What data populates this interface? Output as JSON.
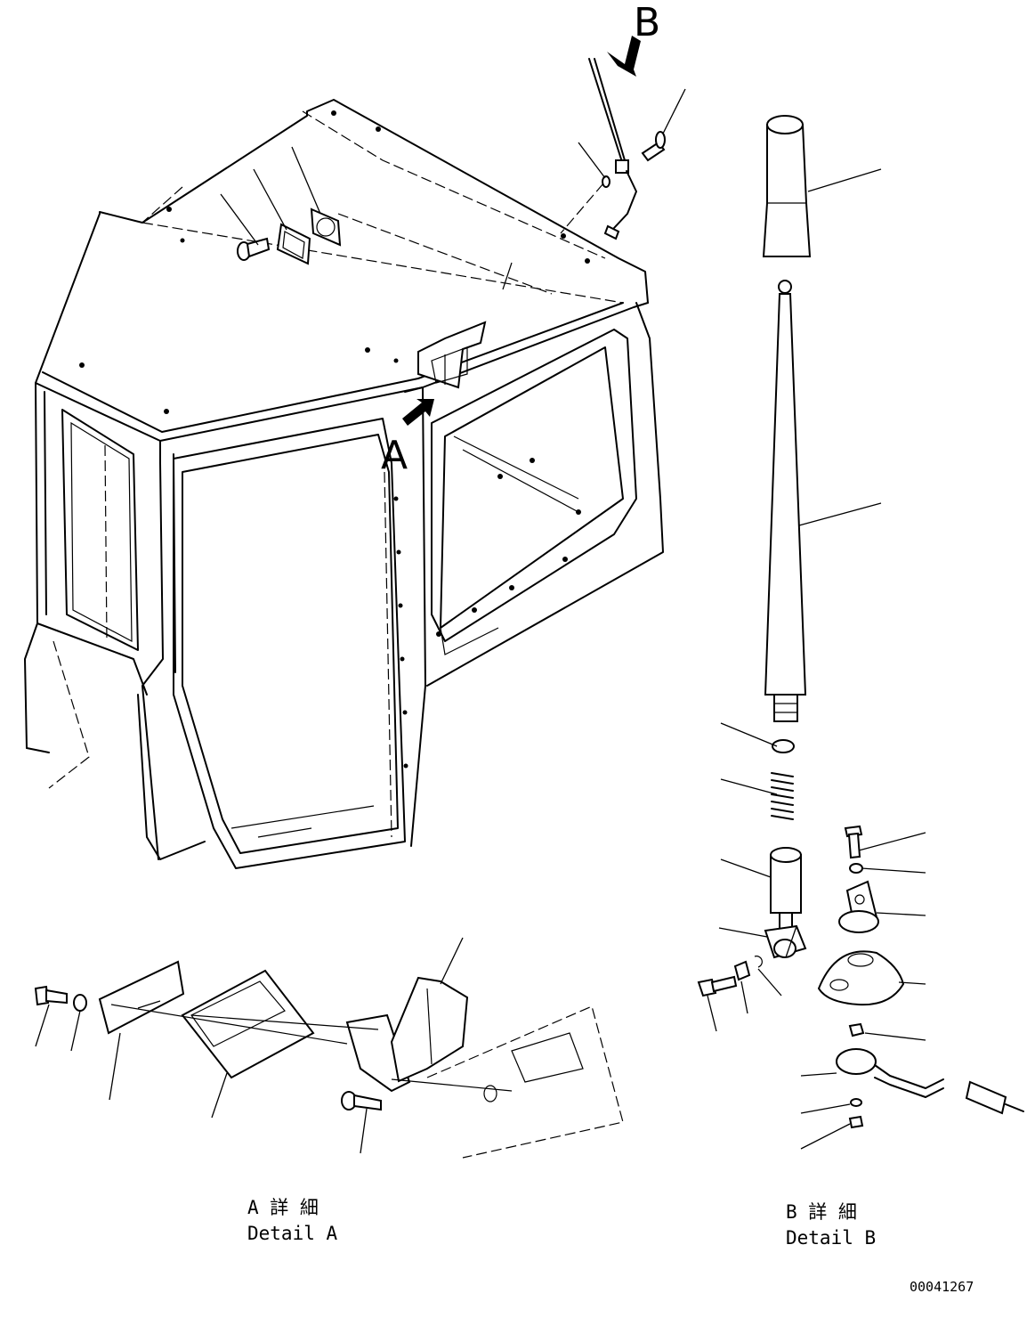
{
  "view_labels": {
    "view_a": "A",
    "view_b": "B"
  },
  "detail_a": {
    "title_jp": "A 詳 細",
    "title_en": "Detail A"
  },
  "detail_b": {
    "title_jp": "B 詳 細",
    "title_en": "Detail B"
  },
  "drawing_number": "00041267"
}
